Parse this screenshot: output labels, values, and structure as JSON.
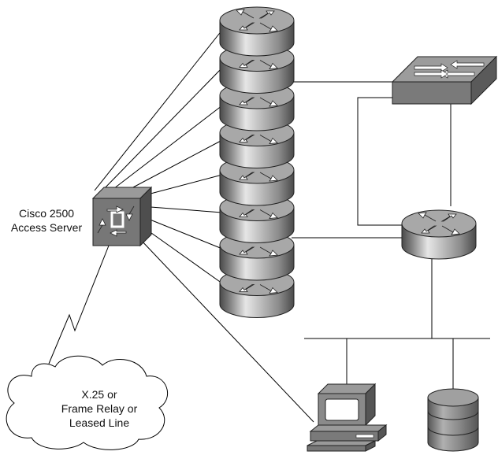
{
  "access_server": {
    "label_line1": "Cisco 2500",
    "label_line2": "Access Server",
    "icon": "access-server-icon"
  },
  "wan_cloud": {
    "line1": "X.25 or",
    "line2": "Frame Relay or",
    "line3": "Leased Line",
    "icon": "cloud-icon"
  },
  "router_stack": {
    "count": 8,
    "icon": "router-icon"
  },
  "devices": {
    "switch_icon": "switch-icon",
    "core_router_icon": "router-icon",
    "pc_icon": "workstation-icon",
    "server_icon": "database-server-icon"
  },
  "colors": {
    "router_gray": "#9a9a9a",
    "device_dark": "#6e6e6e",
    "line": "#000000"
  }
}
